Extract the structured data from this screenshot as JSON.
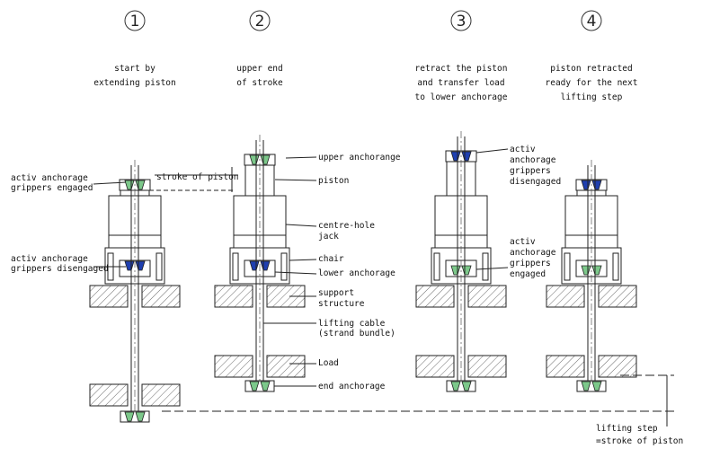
{
  "steps": [
    {
      "number": "1",
      "caption": [
        "start by",
        "extending piston"
      ]
    },
    {
      "number": "2",
      "caption": [
        "upper end",
        "of stroke"
      ]
    },
    {
      "number": "3",
      "caption": [
        "retract the piston",
        "and transfer load",
        "to lower anchorage"
      ]
    },
    {
      "number": "4",
      "caption": [
        "piston retracted",
        "ready for the next",
        "lifting step"
      ]
    }
  ],
  "labels": {
    "step1_upper": [
      "activ anchorage",
      "grippers engaged"
    ],
    "step1_lower": [
      "activ anchorage",
      "grippers disengaged"
    ],
    "stroke_of_piston": "stroke of piston",
    "upper_anchorage": "upper anchorange",
    "piston": "piston",
    "centre_hole_jack": [
      "centre-hole",
      "jack"
    ],
    "chair": "chair",
    "lower_anchorage": "lower anchorage",
    "support_structure": [
      "support",
      "structure"
    ],
    "lifting_cable": [
      "lifting cable",
      "(strand bundle)"
    ],
    "load": "Load",
    "end_anchorage": "end anchorage",
    "step3_upper": [
      "activ",
      "anchorage",
      "grippers",
      "disengaged"
    ],
    "step3_lower": [
      "activ",
      "anchorage",
      "grippers",
      "engaged"
    ],
    "lifting_step": [
      "lifting step",
      "=stroke of piston"
    ]
  },
  "colors": {
    "engaged_gripper": "#7cc88a",
    "disengaged_gripper": "#1f3fb0",
    "line": "#222222",
    "hatch": "#444444"
  }
}
